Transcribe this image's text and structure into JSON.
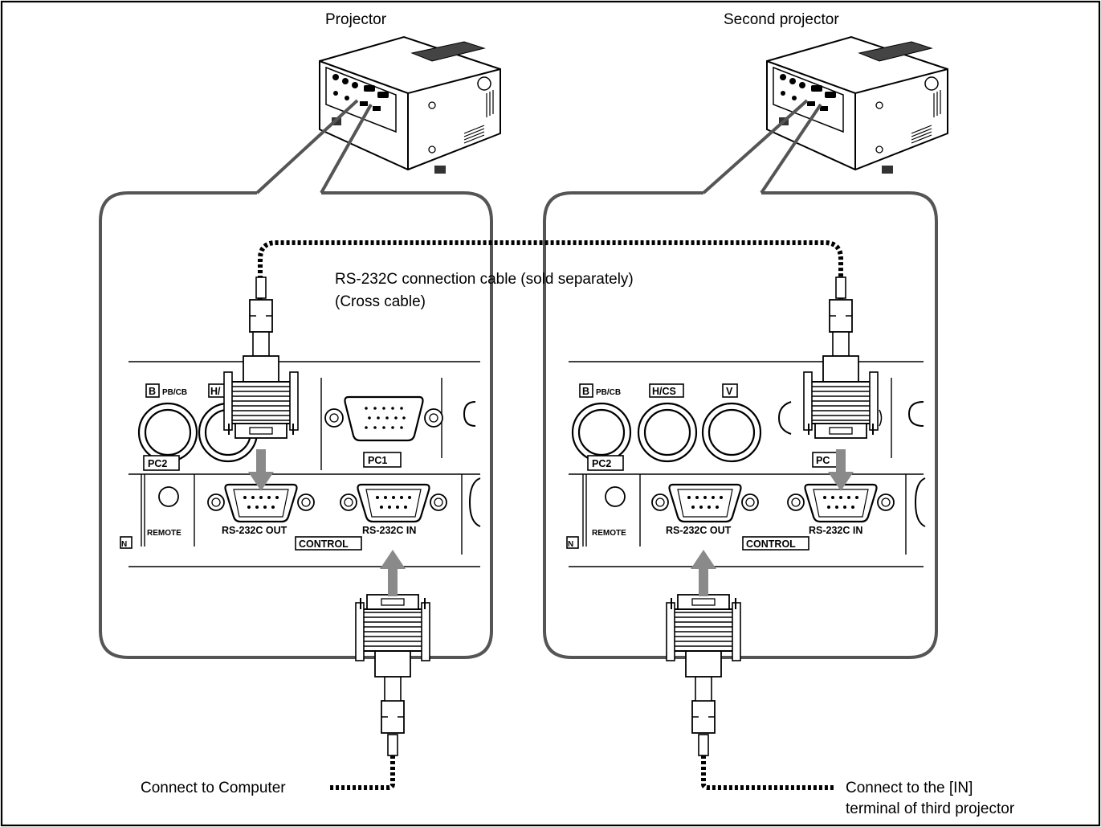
{
  "captions": {
    "projector": "Projector",
    "second_projector": "Second projector",
    "cable_line1": "RS-232C connection cable (sold separately)",
    "cable_line2": "(Cross cable)",
    "connect_computer": "Connect to Computer",
    "connect_third_line1": "Connect to the [IN]",
    "connect_third_line2": "terminal of third projector"
  },
  "panel_left": {
    "b": "B",
    "pb_cb": "PB/CB",
    "hc_partial": "H/",
    "pc2": "PC2",
    "pc1": "PC1",
    "remote": "REMOTE",
    "rs_out": "RS-232C OUT",
    "rs_in": "RS-232C IN",
    "control": "CONTROL",
    "n_frag": "N"
  },
  "panel_right": {
    "b": "B",
    "pb_cb": "PB/CB",
    "hc": "H/CS",
    "v": "V",
    "pc2": "PC2",
    "pc1_partial": "PC",
    "remote": "REMOTE",
    "rs_out": "RS-232C OUT",
    "rs_in": "RS-232C IN",
    "control": "CONTROL",
    "n_frag": "N"
  },
  "colors": {
    "outline": "#555555",
    "arrow": "#8a8a8a",
    "ink": "#000000"
  }
}
